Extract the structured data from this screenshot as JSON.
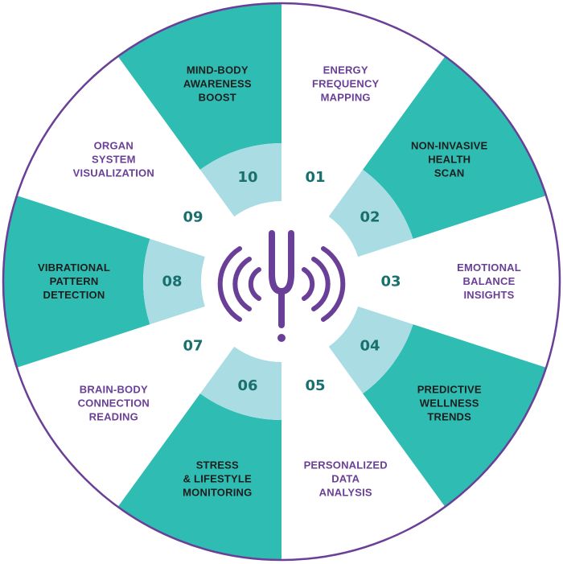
{
  "colors": {
    "teal": "#2FBCB2",
    "light_teal": "#A9DDE3",
    "purple": "#6A3F97",
    "number_teal": "#1A6F6F",
    "dark_text": "#1E1E1E",
    "outline": "#6A3F97",
    "background": "#FFFFFF"
  },
  "center_icon": "tuning-fork-icon",
  "segments": [
    {
      "number": "01",
      "lines": [
        "ENERGY",
        "FREQUENCY",
        "MAPPING"
      ],
      "filled": false
    },
    {
      "number": "02",
      "lines": [
        "NON-INVASIVE",
        "HEALTH",
        "SCAN"
      ],
      "filled": true
    },
    {
      "number": "03",
      "lines": [
        "EMOTIONAL",
        "BALANCE",
        "INSIGHTS"
      ],
      "filled": false
    },
    {
      "number": "04",
      "lines": [
        "PREDICTIVE",
        "WELLNESS",
        "TRENDS"
      ],
      "filled": true
    },
    {
      "number": "05",
      "lines": [
        "PERSONALIZED",
        "DATA",
        "ANALYSIS"
      ],
      "filled": false
    },
    {
      "number": "06",
      "lines": [
        "STRESS",
        "& LIFESTYLE",
        "MONITORING"
      ],
      "filled": true
    },
    {
      "number": "07",
      "lines": [
        "BRAIN-BODY",
        "CONNECTION",
        "READING"
      ],
      "filled": false
    },
    {
      "number": "08",
      "lines": [
        "VIBRATIONAL",
        "PATTERN",
        "DETECTION"
      ],
      "filled": true
    },
    {
      "number": "09",
      "lines": [
        "ORGAN",
        "SYSTEM",
        "VISUALIZATION"
      ],
      "filled": false
    },
    {
      "number": "10",
      "lines": [
        "MIND-BODY",
        "AWARENESS",
        "BOOST"
      ],
      "filled": true
    }
  ]
}
